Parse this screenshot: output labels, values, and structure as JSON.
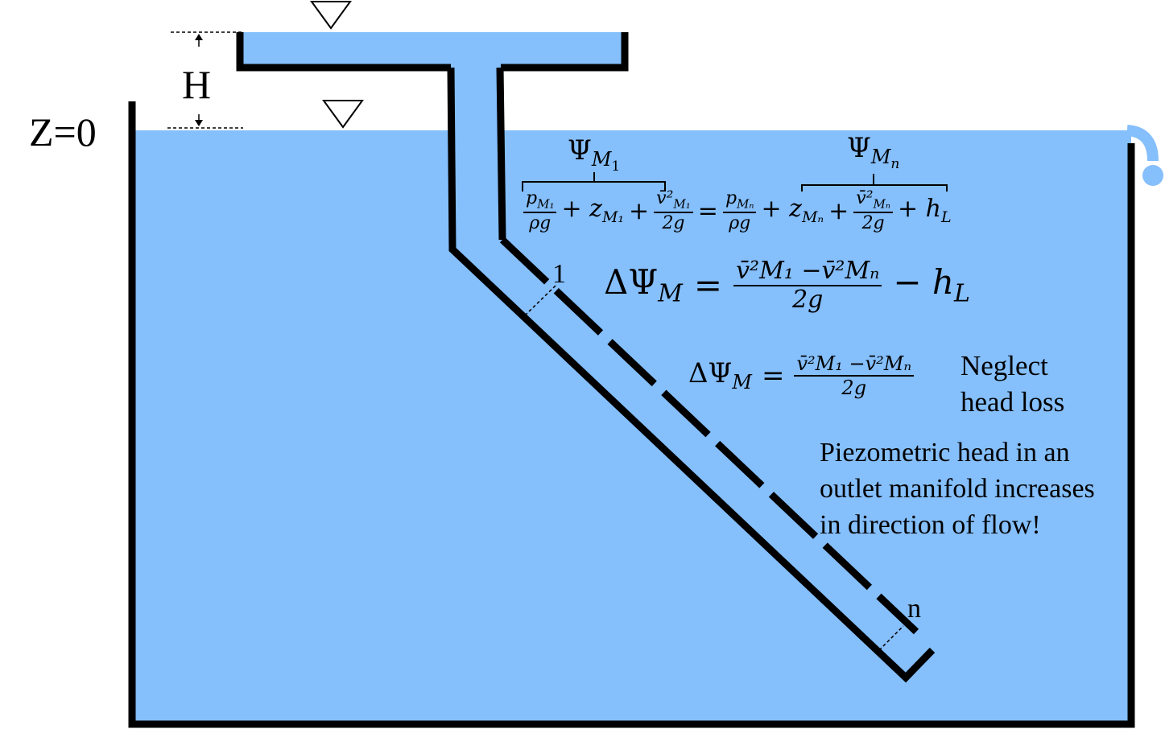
{
  "labels": {
    "z0": "Z=0",
    "h": "H",
    "station_1": "1",
    "station_n": "n"
  },
  "equations": {
    "psi_m1": "Ψ",
    "psi_m1_sub": "M",
    "psi_m1_subsub": "1",
    "psi_mn": "Ψ",
    "psi_mn_sub": "M",
    "psi_mn_subsub": "n",
    "energy_equation": {
      "term1_num": "p",
      "term1_num_sub": "M₁",
      "term1_den": "ρg",
      "term2": "+ z",
      "term2_sub": "M₁",
      "plus1": "+",
      "term3_num": "v̄²",
      "term3_num_sub": "M₁",
      "term3_den": "2g",
      "equals": "=",
      "term4_num": "p",
      "term4_num_sub": "Mₙ",
      "term4_den": "ρg",
      "term5": "+ z",
      "term5_sub": "Mₙ",
      "plus2": "+",
      "term6_num": "v̄²",
      "term6_num_sub": "Mₙ",
      "term6_den": "2g",
      "term7": "+ h",
      "term7_sub": "L"
    },
    "delta_psi_full": {
      "lhs": "ΔΨ",
      "lhs_sub": "M",
      "equals": "=",
      "num": "v̄²M₁ −v̄²Mₙ",
      "den": "2g",
      "minus": "− h",
      "minus_sub": "L"
    },
    "delta_psi_neglect": {
      "lhs": "ΔΨ",
      "lhs_sub": "M",
      "equals": "=",
      "num": "v̄²M₁ −v̄²Mₙ",
      "den": "2g"
    }
  },
  "notes": {
    "neglect_line1": "Neglect",
    "neglect_line2": "head loss",
    "conclusion_line1": "Piezometric head in an",
    "conclusion_line2": "outlet manifold increases",
    "conclusion_line3": "in direction of flow!"
  },
  "colors": {
    "water": "#85bffc",
    "wall": "#000000"
  }
}
